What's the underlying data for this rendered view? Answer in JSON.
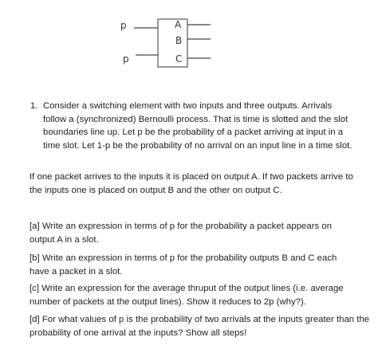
{
  "diagram": {
    "input_labels": [
      "p",
      "p"
    ],
    "output_labels": [
      "A",
      "B",
      "C"
    ]
  },
  "question1": {
    "number": "1.",
    "text": "Consider a switching element with two inputs and three outputs. Arrivals follow a (synchronized) Bernoulli process.  That is time is slotted and the slot boundaries line up.  Let p be the probability of a packet arriving at input in a time slot.  Let 1-p be the probability of no arrival on an input line in a time slot."
  },
  "rule": "If one packet arrives to the inputs it is placed on output A.  If two packets arrive to the inputs one is placed on output B and the other on output C.",
  "parts": {
    "a": "[a] Write an expression in terms of p for the probability a packet appears on output A in a slot.",
    "b": "[b] Write an expression in terms of p for the probability outputs B and C each have a packet in a slot.",
    "c": "[c] Write an expression for the average thruput of the output lines (i.e. average number of packets at the output lines).  Show it reduces to 2p (why?).",
    "d": "[d] For what values of p is the probability of two arrivals at the inputs greater than the probability of one arrival at the inputs? Show all steps!"
  }
}
